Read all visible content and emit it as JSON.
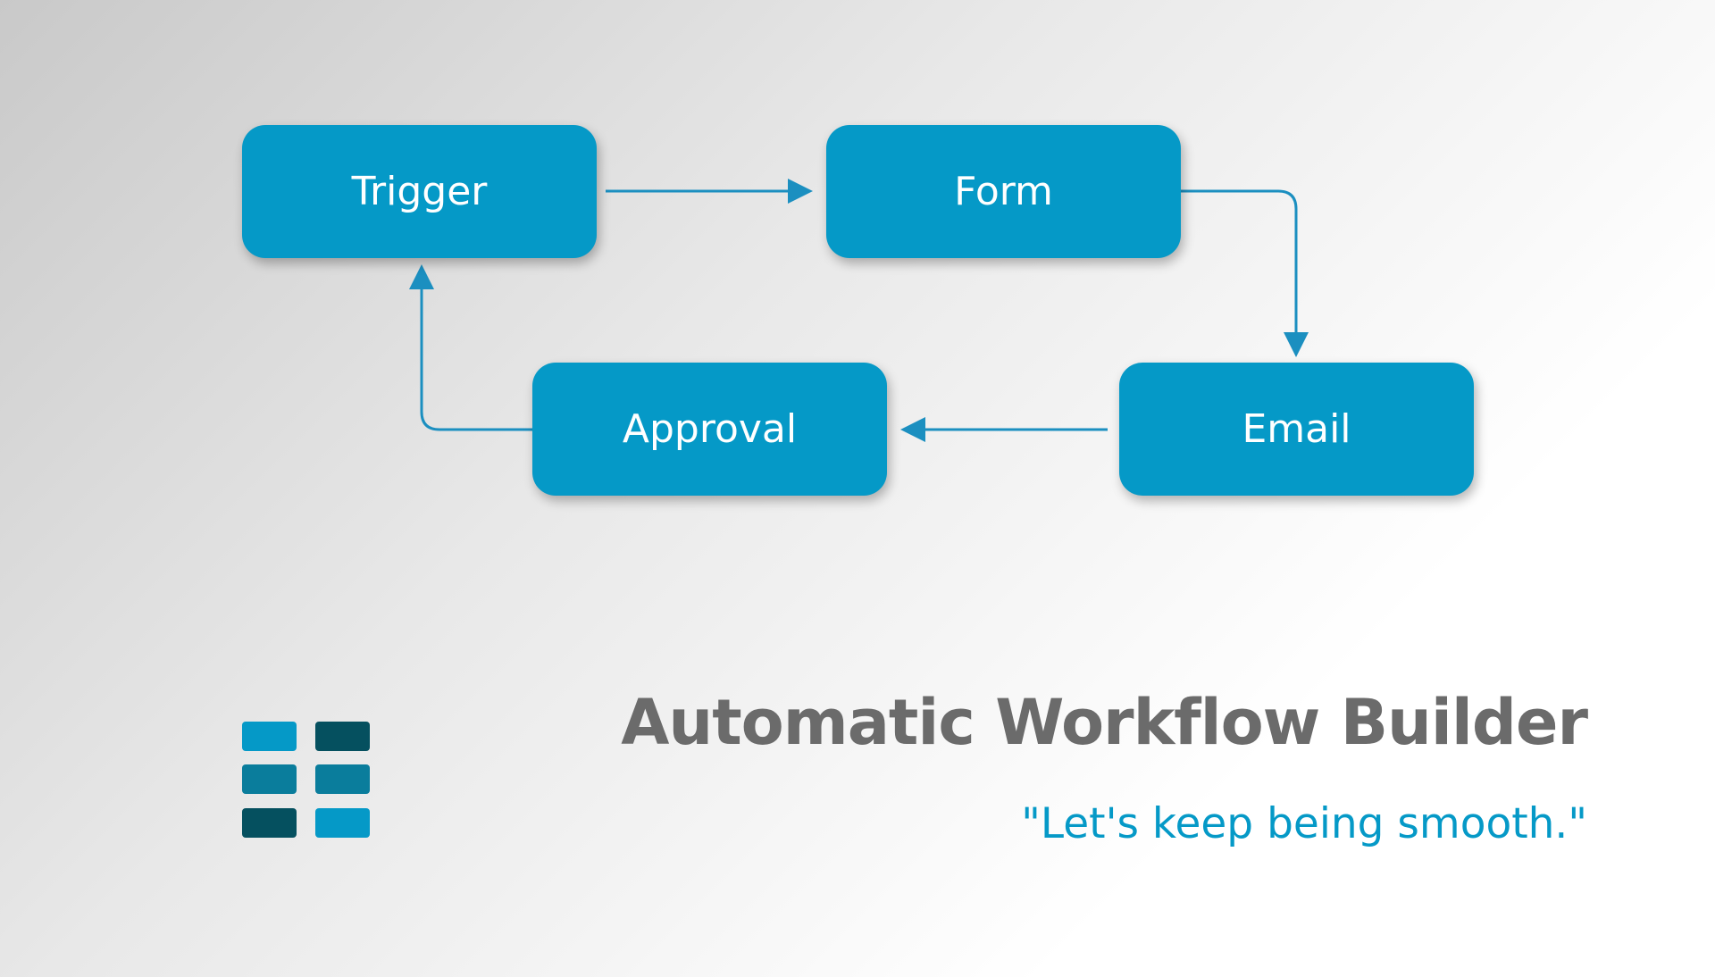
{
  "diagram": {
    "nodes": [
      {
        "id": "trigger",
        "label": "Trigger"
      },
      {
        "id": "form",
        "label": "Form"
      },
      {
        "id": "email",
        "label": "Email"
      },
      {
        "id": "approval",
        "label": "Approval"
      }
    ],
    "edges": [
      {
        "from": "trigger",
        "to": "form"
      },
      {
        "from": "form",
        "to": "email"
      },
      {
        "from": "email",
        "to": "approval"
      },
      {
        "from": "approval",
        "to": "trigger"
      }
    ]
  },
  "title": "Automatic Workflow Builder",
  "tagline": "\"Let's keep being smooth.\"",
  "colors": {
    "node_fill": "#0599c7",
    "connector": "#1b8fc0",
    "title_text": "#6b6b6b",
    "tagline_text": "#0599c7",
    "logo_light": "#0599c7",
    "logo_mid": "#0a7d9c",
    "logo_dark": "#05505f"
  },
  "logo": {
    "icon": "grid-blocks-icon",
    "cells": [
      "light",
      "dark",
      "mid",
      "mid",
      "dark",
      "light"
    ]
  }
}
